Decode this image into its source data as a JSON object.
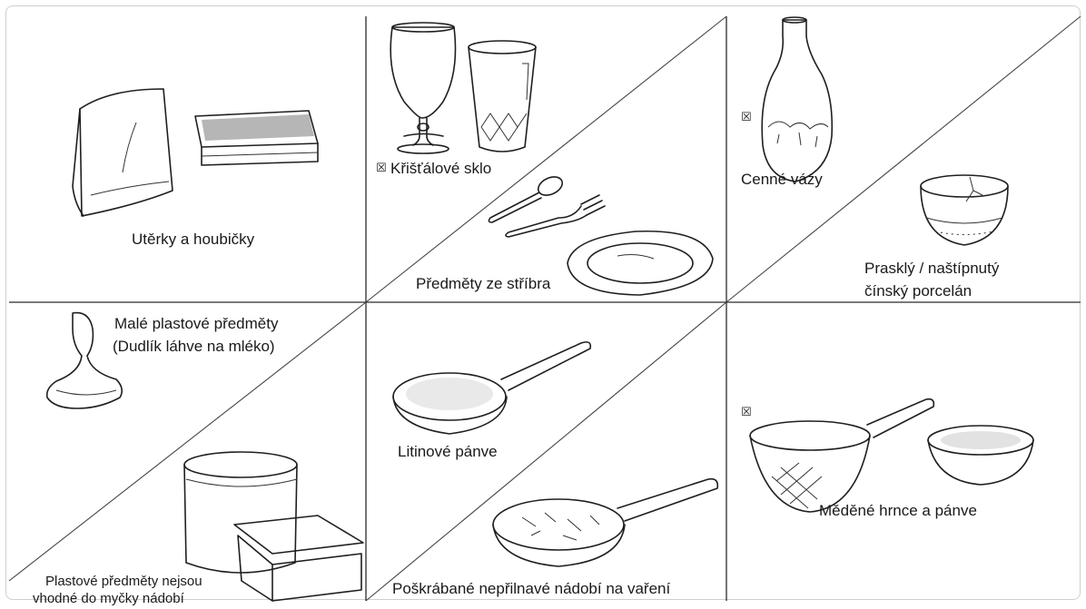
{
  "cells": [
    {
      "id": "towels",
      "label": "Utěrky a houbičky"
    },
    {
      "id": "crystal",
      "label": "Křišťálové sklo",
      "marker": "☒"
    },
    {
      "id": "silver",
      "label": "Předměty ze stříbra"
    },
    {
      "id": "vases",
      "label": "Cenné vázy",
      "marker": "☒"
    },
    {
      "id": "china",
      "label_lines": [
        "Prasklý / naštípnutý",
        "čínský porcelán"
      ]
    },
    {
      "id": "small_plastic",
      "label_lines": [
        "Malé plastové předměty",
        "(Dudlík láhve na mléko)"
      ]
    },
    {
      "id": "plastic",
      "label_lines": [
        "Plastové předměty nejsou",
        "vhodné do myčky nádobí"
      ]
    },
    {
      "id": "cast_iron",
      "label": "Litinové pánve"
    },
    {
      "id": "nonstick",
      "label": "Poškrábané nepřilnavé nádobí na vaření"
    },
    {
      "id": "copper",
      "label": "Měděné hrnce a pánve",
      "marker": "☒"
    }
  ]
}
